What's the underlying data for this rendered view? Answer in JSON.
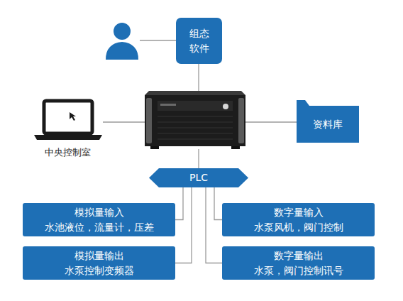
{
  "diagram": {
    "nodes": [
      {
        "text": [
          "组态 软件"
        ]
      },
      {
        "text": [
          "资料库"
        ]
      },
      {
        "text": [
          "PLC"
        ]
      },
      {
        "text": [
          "模拟量输入",
          "水池液位，流量计，压差"
        ]
      },
      {
        "text": [
          "数字量输入",
          "水泵风机，阀门控制"
        ]
      },
      {
        "text": [
          "模拟量输出",
          "水泵控制变频器"
        ]
      },
      {
        "text": [
          "数字量输出",
          "水泵，阀门控制讯号"
        ]
      }
    ],
    "edges": [
      {
        "from": 2,
        "to": 3,
        "arrow": "none"
      },
      {
        "from": 2,
        "to": 4,
        "arrow": "none"
      },
      {
        "from": 2,
        "to": 5,
        "arrow": "none"
      },
      {
        "from": 2,
        "to": 6,
        "arrow": "none"
      }
    ],
    "labels": [
      "中央控制室"
    ]
  }
}
